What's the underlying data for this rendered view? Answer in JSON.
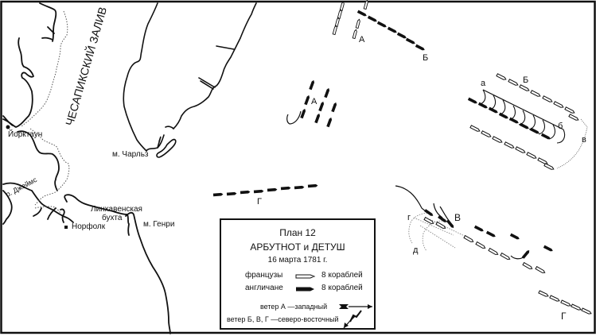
{
  "map": {
    "bay_label": "ЧЕСАПИКСКИЙ ЗАЛИВ",
    "places": {
      "yorktown": "Йорктаун",
      "cape_charles": "м. Чарльз",
      "james_river": "р. Джеймс",
      "lynnhaven_bay_line1": "Линхавенская",
      "lynnhaven_bay_line2": "бухта",
      "norfolk": "Норфолк",
      "cape_henry": "м. Генри"
    },
    "position_letters": {
      "top_A": "А",
      "top_B": "Б",
      "center_A": "А",
      "right_a": "а",
      "right_B": "Б",
      "right_b": "б",
      "right_v": "в",
      "lower_g": "г",
      "lower_V": "В",
      "lower_d": "д",
      "bottom_G": "Г",
      "center_G": "Г"
    }
  },
  "legend": {
    "plan": "План 12",
    "title": "АРБУТНОТ и ДЕТУШ",
    "date": "16 марта 1781 г.",
    "french_label": "французы",
    "french_count": "8 кораблей",
    "english_label": "англичане",
    "english_count": "8 кораблей",
    "wind_a": "ветер А —западный",
    "wind_bvg": "ветер Б, В, Г —северо-восточный"
  },
  "colors": {
    "ink": "#111111",
    "background": "#ffffff"
  }
}
